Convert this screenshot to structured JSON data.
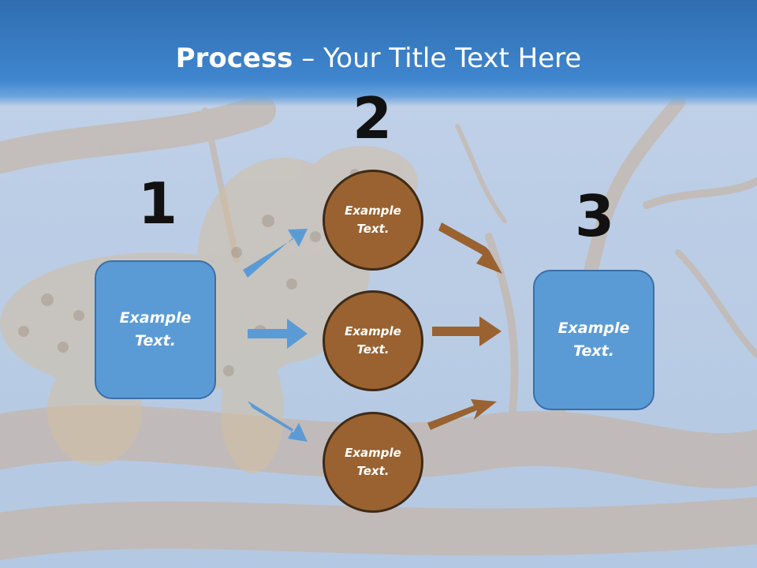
{
  "title": {
    "bold": "Process",
    "rest": " – Your Title Text Here"
  },
  "steps": {
    "one": "1",
    "two": "2",
    "three": "3"
  },
  "left_box": {
    "text": "Example\nText."
  },
  "right_box": {
    "text": "Example\nText."
  },
  "circles": [
    {
      "text": "Example\nText."
    },
    {
      "text": "Example\nText."
    },
    {
      "text": "Example\nText."
    }
  ],
  "colors": {
    "box_fill": "#5b9bd5",
    "circle_fill": "#9a6230",
    "arrow_blue": "#5b9bd5",
    "arrow_brown": "#9a6230",
    "title_bar": "#3f86cf"
  }
}
